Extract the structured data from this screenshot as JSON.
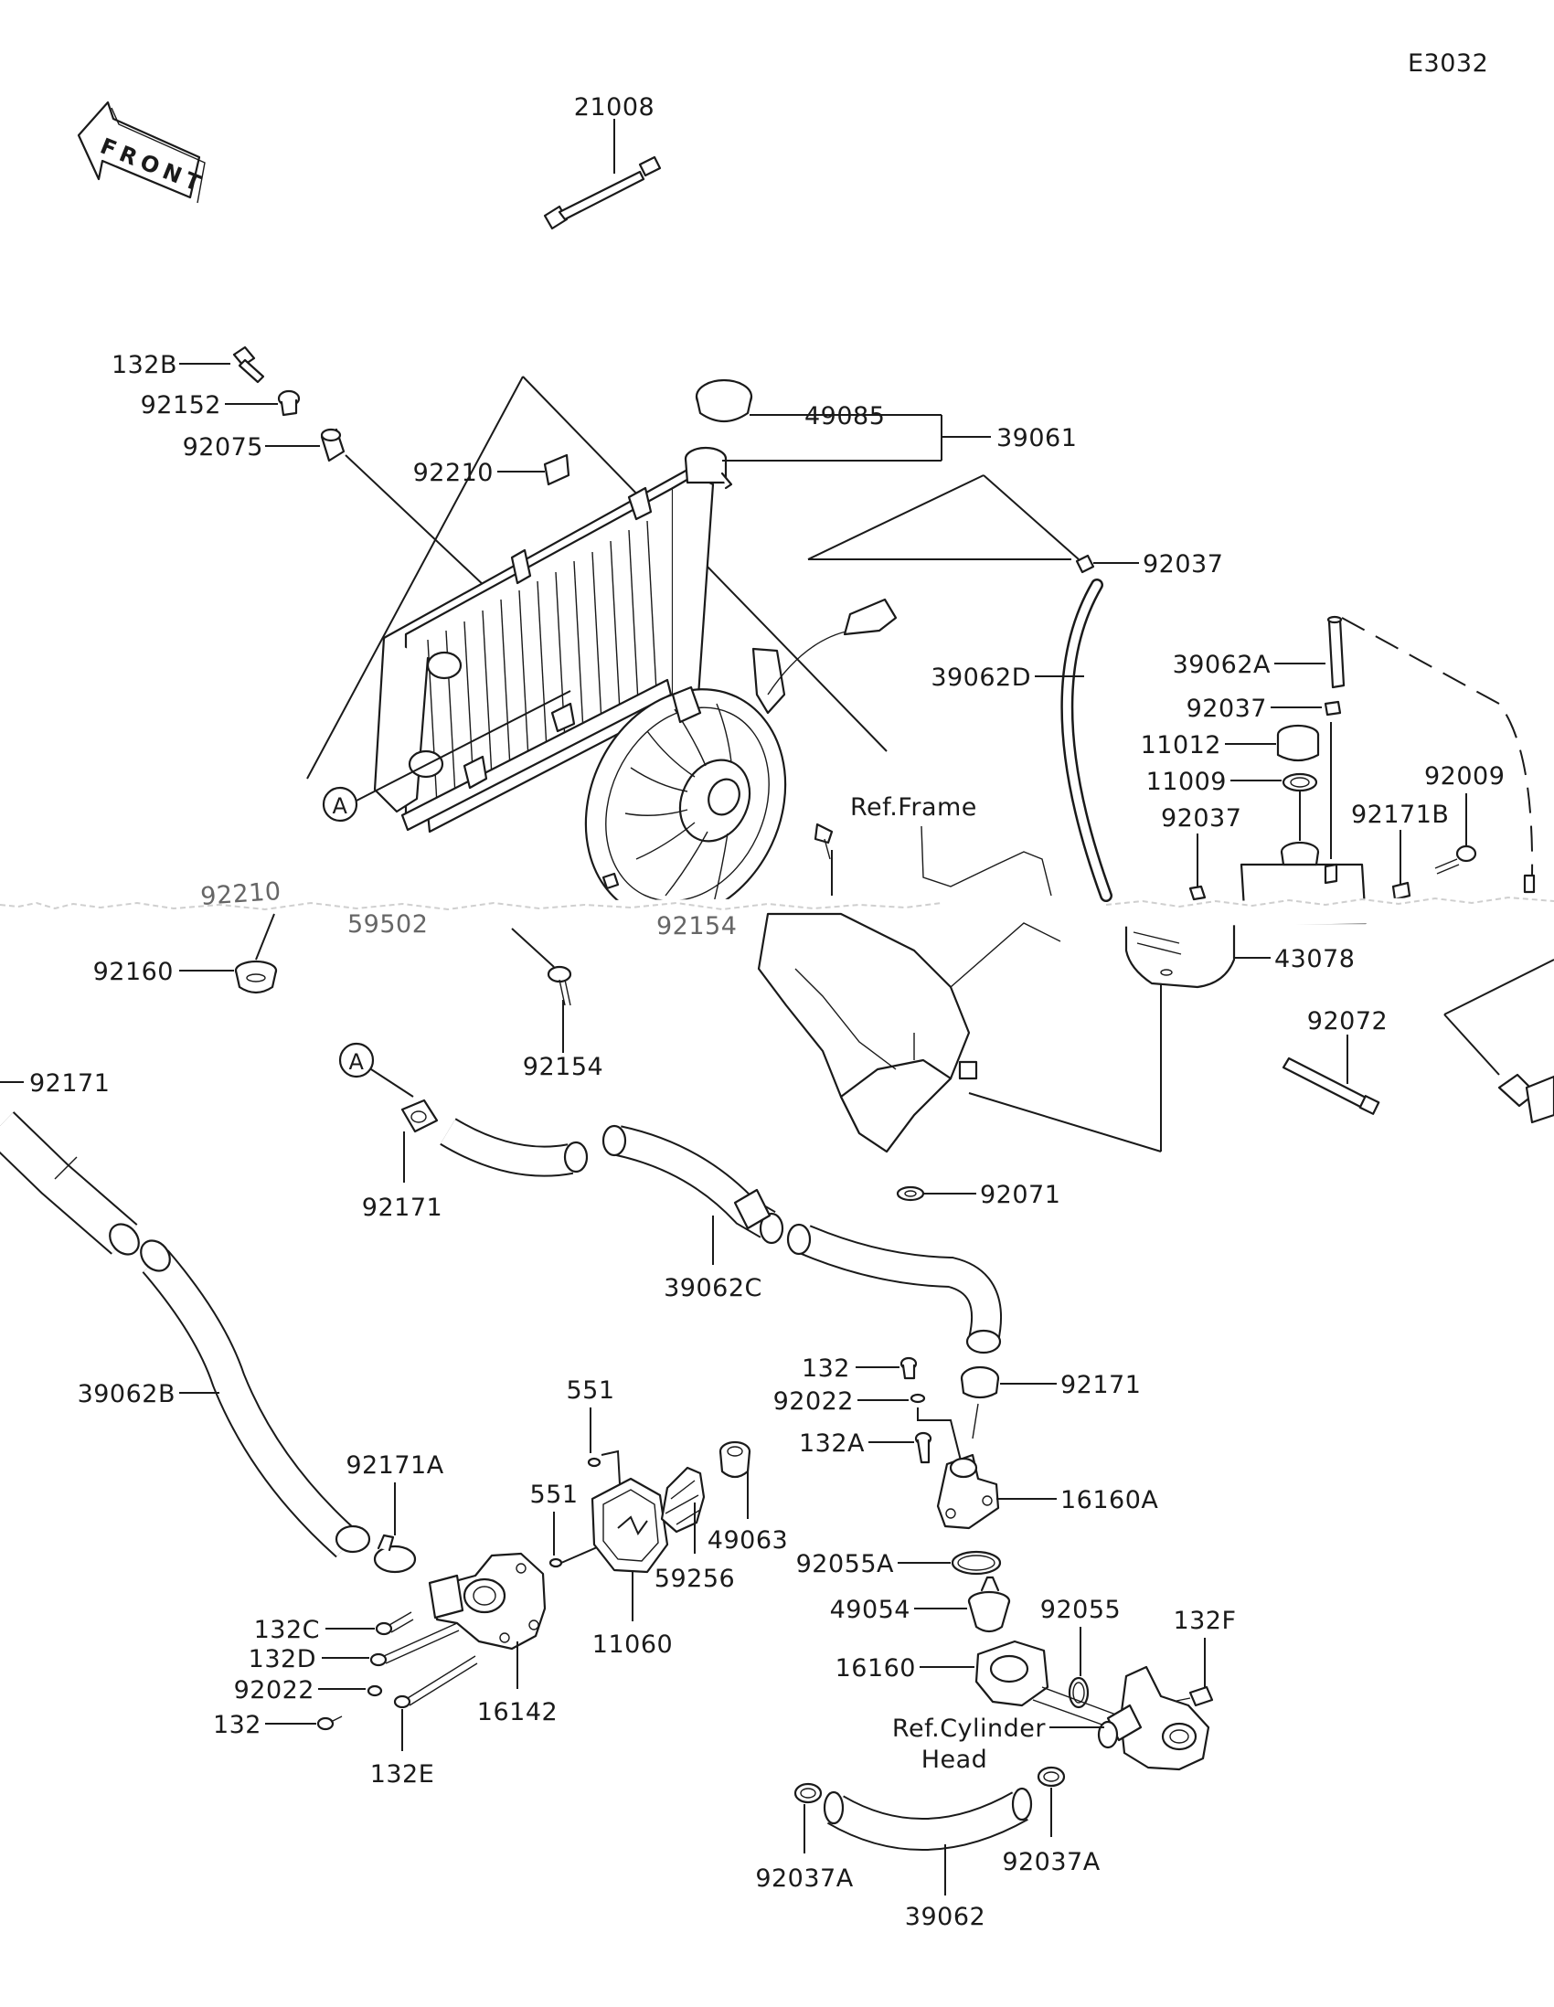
{
  "diagram_code": "E3032",
  "front_arrow_label": "FRONT",
  "callout_letter": "A",
  "labels": {
    "p21008": "21008",
    "p132B": "132B",
    "p92152": "92152",
    "p92075": "92075",
    "p92210": "92210",
    "p49085": "49085",
    "p39061": "39061",
    "p92037_top": "92037",
    "p39062D": "39062D",
    "p39062A": "39062A",
    "p92037_res": "92037",
    "p11012": "11012",
    "p11009": "11009",
    "p92037_mid": "92037",
    "p92009": "92009",
    "p92171B": "92171B",
    "ref_frame": "Ref.Frame",
    "p92210_b": "92210",
    "p59502": "59502",
    "p92154_fan": "92154",
    "p43078": "43078",
    "p92160": "92160",
    "p92154": "92154",
    "p92072": "92072",
    "p92171_left": "92171",
    "p92171_a": "92171",
    "p92071": "92071",
    "p39062C": "39062C",
    "p132_t": "132",
    "p92022_t": "92022",
    "p132A": "132A",
    "p92171_t": "92171",
    "p16160A": "16160A",
    "p39062B": "39062B",
    "p551_a": "551",
    "p551_b": "551",
    "p92171A": "92171A",
    "p59256": "59256",
    "p49063": "49063",
    "p11060": "11060",
    "p92055A": "92055A",
    "p49054": "49054",
    "p92055": "92055",
    "p132F": "132F",
    "p16160": "16160",
    "p132C": "132C",
    "p132D": "132D",
    "p92022_b": "92022",
    "p132_b": "132",
    "p16142": "16142",
    "p132E": "132E",
    "ref_cyl_1": "Ref.Cylinder",
    "ref_cyl_2": "Head",
    "p92037A_l": "92037A",
    "p92037A_r": "92037A",
    "p39062": "39062"
  }
}
